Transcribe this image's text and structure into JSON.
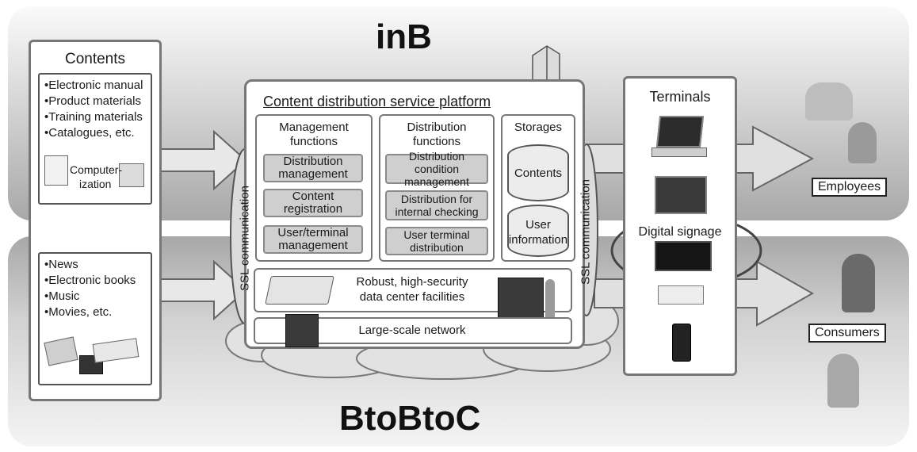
{
  "bands": {
    "top_title": "inB",
    "bottom_title": "BtoBtoC"
  },
  "contents": {
    "title": "Contents",
    "business_items": [
      "•Electronic manual",
      "•Product materials",
      "•Training materials",
      "•Catalogues, etc."
    ],
    "computerization_label_1": "Computer-",
    "computerization_label_2": "ization",
    "consumer_items": [
      "•News",
      "•Electronic books",
      "•Music",
      "•Movies, etc."
    ]
  },
  "platform": {
    "title": "Content distribution service platform",
    "ssl_left": "SSL communication",
    "ssl_right": "SSL communication",
    "management": {
      "title_1": "Management",
      "title_2": "functions",
      "items": [
        "Distribution management",
        "Content registration",
        "User/terminal management"
      ]
    },
    "distribution": {
      "title_1": "Distribution",
      "title_2": "functions",
      "items": [
        "Distribution condition management",
        "Distribution for internal checking",
        "User terminal distribution"
      ]
    },
    "storages": {
      "title": "Storages",
      "items": [
        "Contents",
        "User information"
      ]
    },
    "datacenter_1": "Robust, high-security",
    "datacenter_2": "data center facilities",
    "network": "Large-scale network"
  },
  "terminals": {
    "title": "Terminals",
    "digital_signage": "Digital signage"
  },
  "users": {
    "employees": "Employees",
    "consumers": "Consumers"
  }
}
